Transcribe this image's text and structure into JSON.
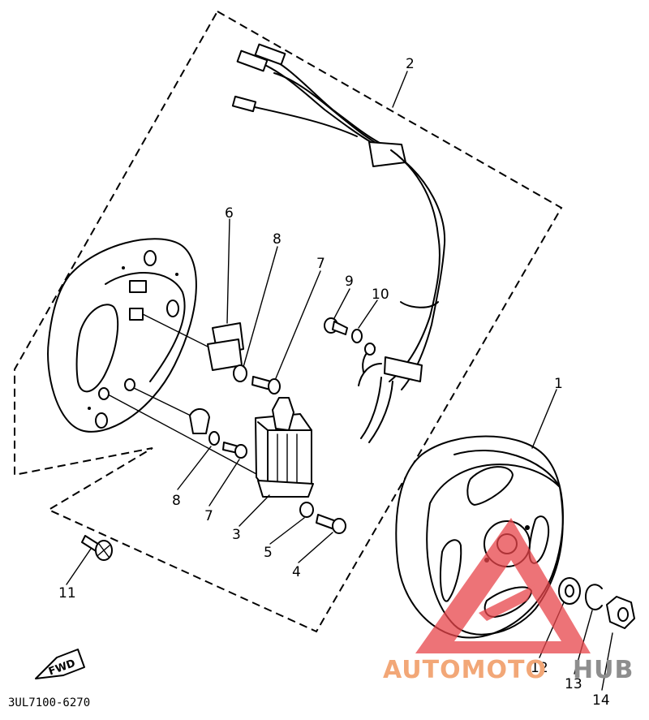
{
  "diagram": {
    "part_code": "3UL7100-6270",
    "fwd_label": "FWD",
    "callouts": {
      "c1": "1",
      "c2": "2",
      "c3": "3",
      "c4": "4",
      "c5": "5",
      "c6": "6",
      "c7a": "7",
      "c7b": "7",
      "c8a": "8",
      "c8b": "8",
      "c9": "9",
      "c10": "10",
      "c11": "11",
      "c12": "12",
      "c13": "13",
      "c14": "14"
    }
  },
  "watermark": {
    "part1": "AUTOMOTO",
    "part2": "HUB",
    "color_primary": "#f2a777",
    "color_secondary": "#8e8e8e",
    "triangle_color": "#e8454a"
  }
}
